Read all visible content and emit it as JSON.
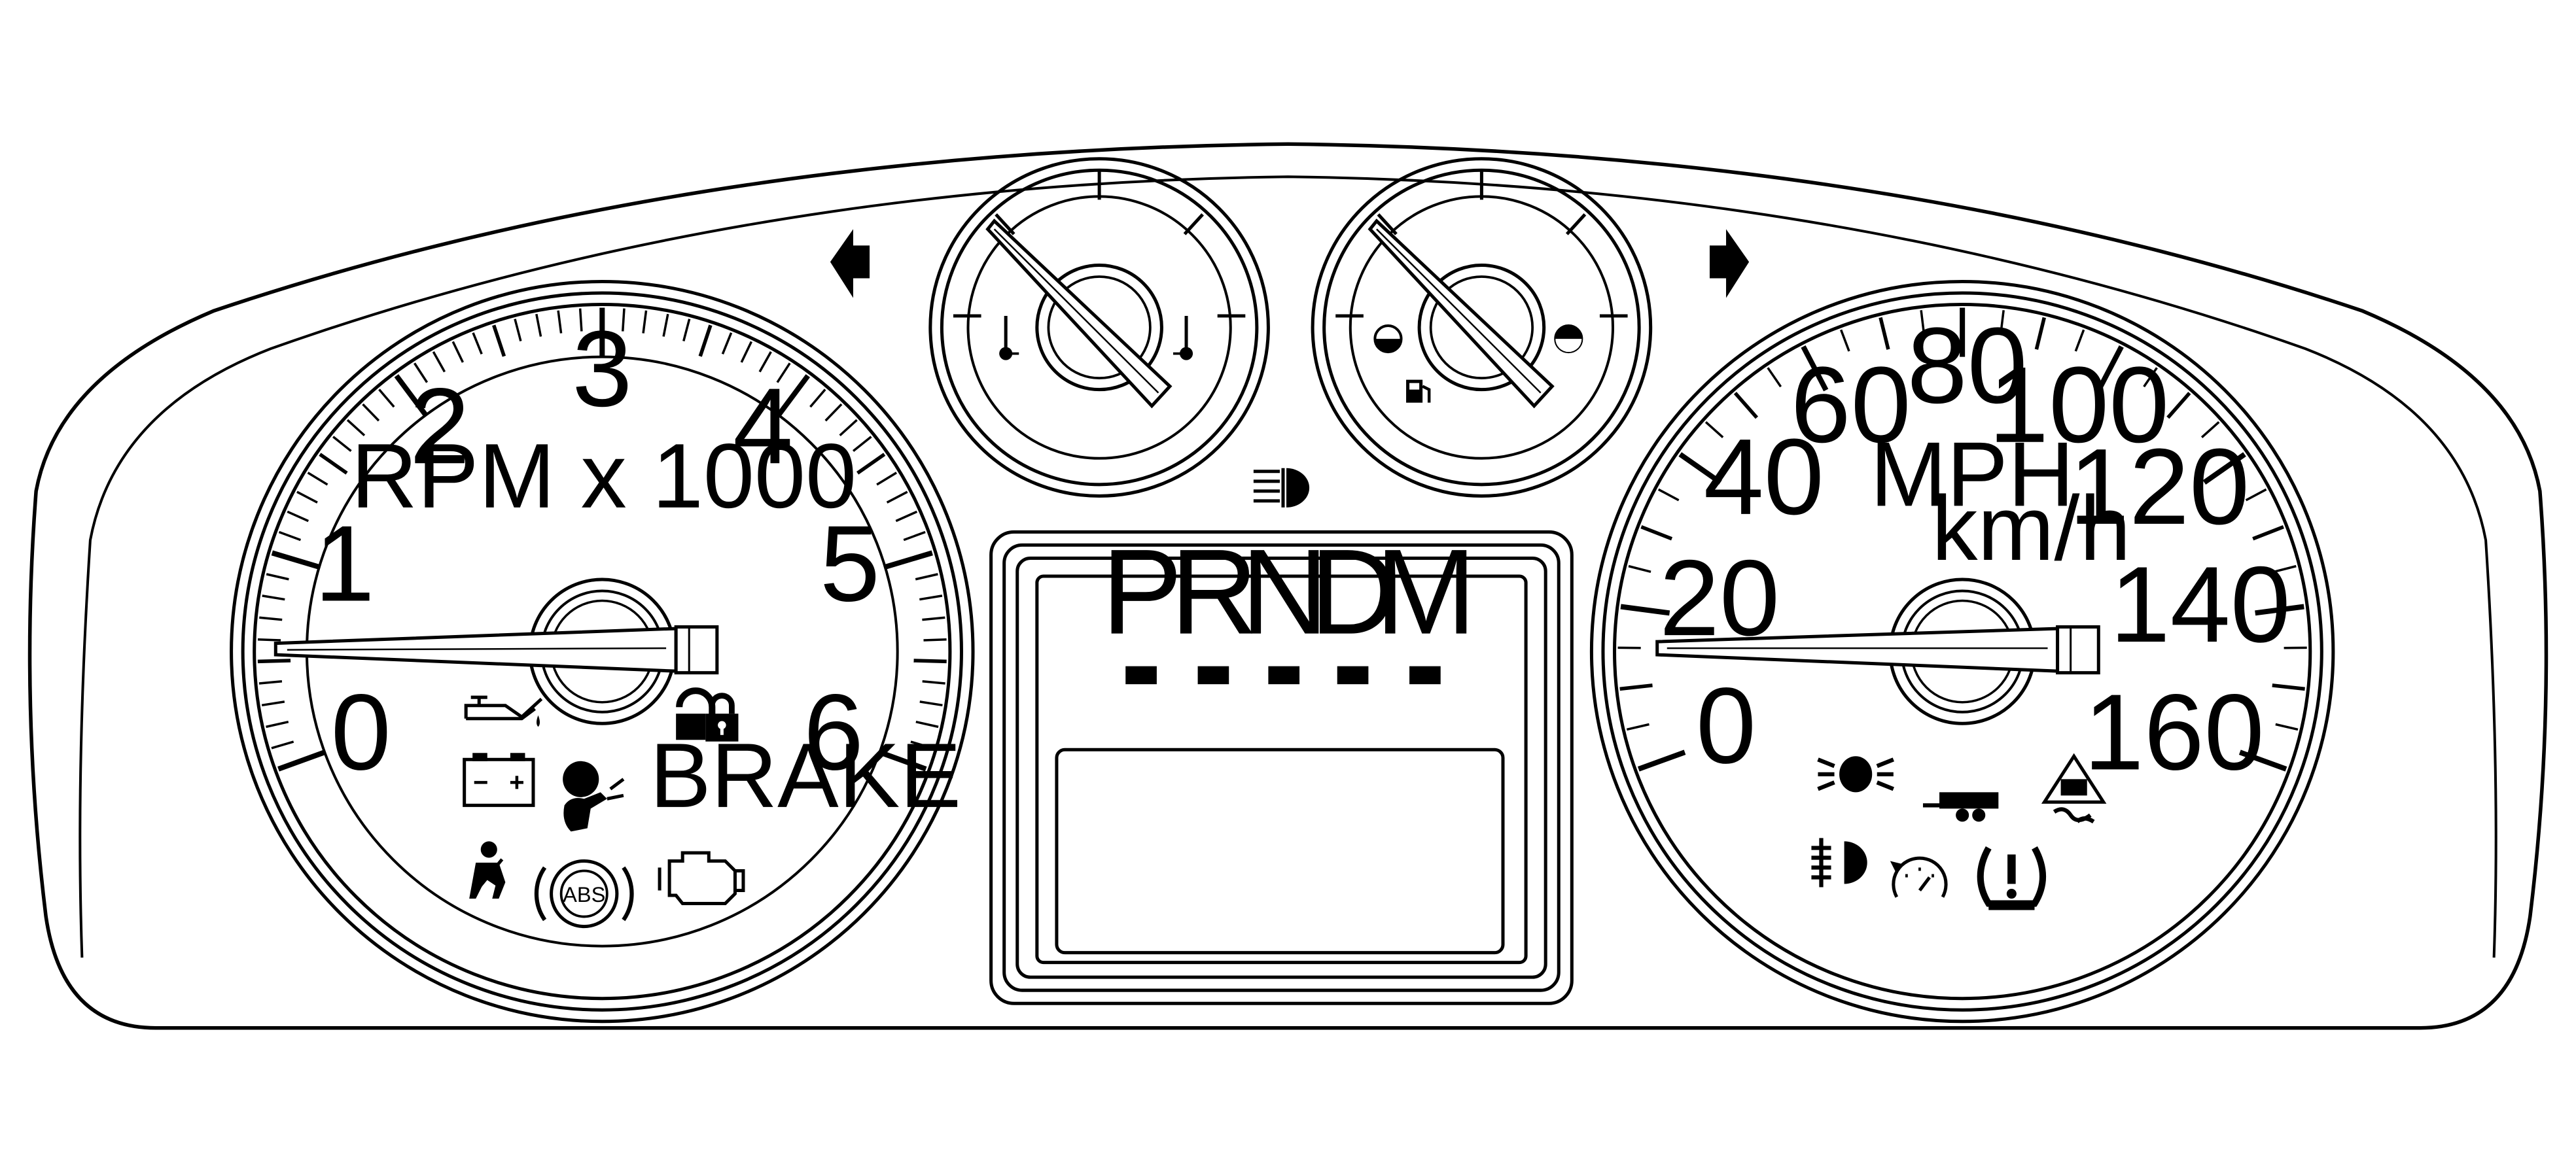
{
  "tachometer": {
    "numbers": [
      "0",
      "1",
      "2",
      "3",
      "4",
      "5",
      "6"
    ],
    "unit_label": "RPM x 1000",
    "needle_reading": 0
  },
  "speedometer": {
    "numbers": [
      "0",
      "20",
      "40",
      "60",
      "80",
      "100",
      "120",
      "140",
      "160"
    ],
    "unit_primary": "MPH",
    "unit_secondary": "km/h",
    "needle_reading": 20
  },
  "indicators": {
    "brake_text": "BRAKE",
    "abs_text": "ABS"
  },
  "shift_indicator": {
    "positions": [
      "P",
      "R",
      "N",
      "D",
      "M"
    ]
  },
  "icons": [
    "turn-left-arrow-icon",
    "turn-right-arrow-icon",
    "cold-temp-icon",
    "hot-temp-icon",
    "fuel-pump-icon",
    "fuel-empty-icon",
    "fuel-full-icon",
    "high-beam-icon",
    "oil-pressure-icon",
    "battery-icon",
    "airbag-icon",
    "security-lock-icon",
    "seatbelt-icon",
    "abs-icon",
    "check-engine-icon",
    "fog-lamp-icon",
    "trailer-icon",
    "traction-control-icon",
    "front-fog-lamp-icon",
    "cruise-control-icon",
    "tire-pressure-icon"
  ]
}
